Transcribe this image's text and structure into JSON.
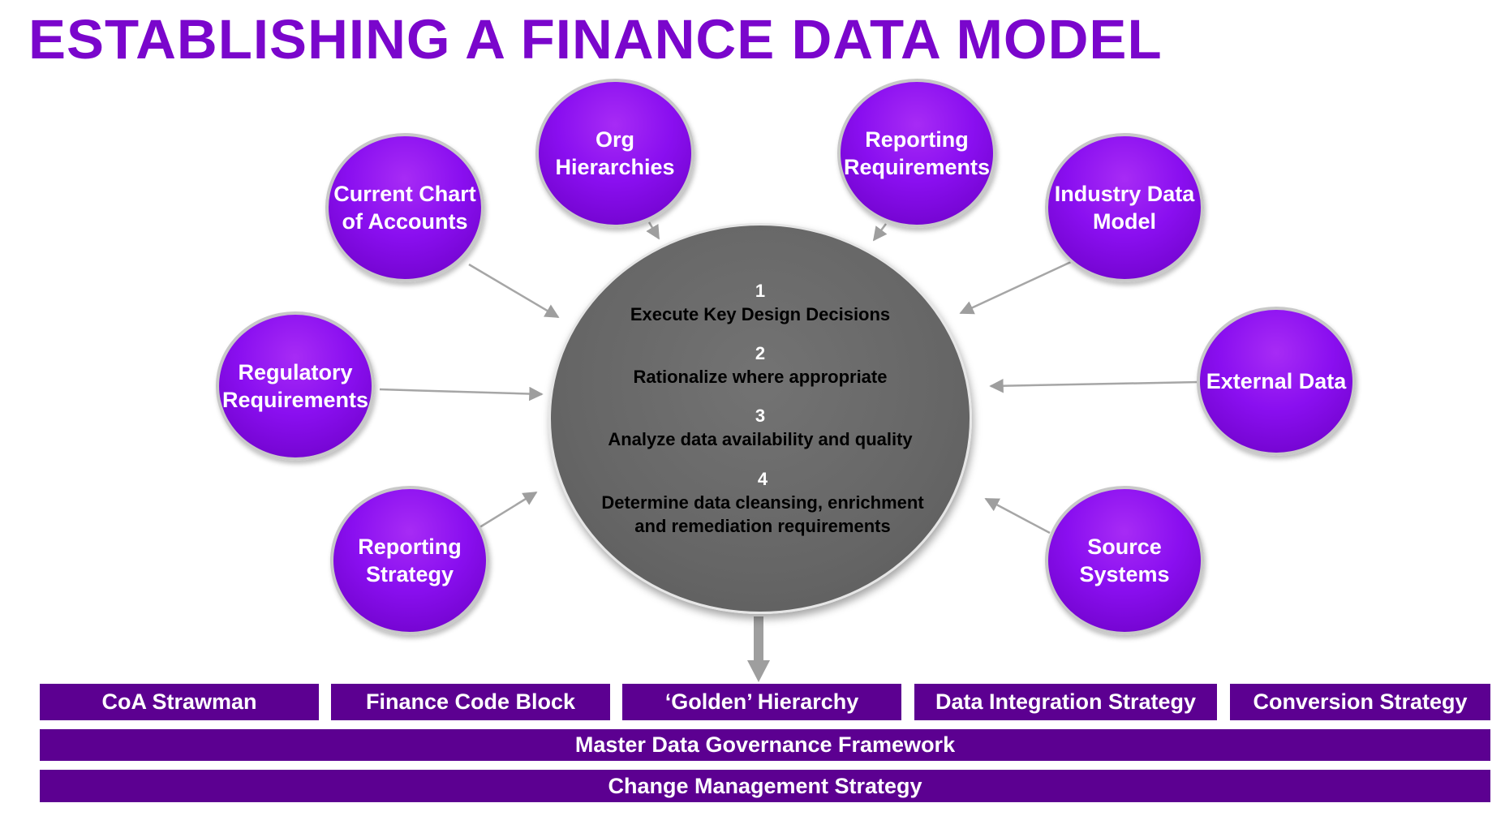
{
  "title": "ESTABLISHING A FINANCE DATA MODEL",
  "bubbles": {
    "org_hierarchies": "Org Hierarchies",
    "reporting_requirements": "Reporting Requirements",
    "current_chart_of_accounts": "Current Chart of Accounts",
    "industry_data_model": "Industry Data Model",
    "regulatory_requirements": "Regulatory Requirements",
    "external_data": "External Data",
    "reporting_strategy": "Reporting Strategy",
    "source_systems": "Source Systems"
  },
  "hub": {
    "steps": [
      {
        "num": "1",
        "text": "Execute Key Design Decisions"
      },
      {
        "num": "2",
        "text": "Rationalize where appropriate"
      },
      {
        "num": "3",
        "text": "Analyze data availability and quality"
      },
      {
        "num": "4",
        "text": "Determine data cleansing, enrichment and remediation requirements"
      }
    ]
  },
  "deliverables": [
    "CoA Strawman",
    "Finance Code Block",
    "‘Golden’ Hierarchy",
    "Data Integration Strategy",
    "Conversion Strategy"
  ],
  "frameworks": {
    "governance": "Master Data Governance Framework",
    "change": "Change Management Strategy"
  },
  "colors": {
    "title": "#7a06cc",
    "bubble": "#8a0ff0",
    "hub": "#666666",
    "bar": "#5c0091"
  }
}
